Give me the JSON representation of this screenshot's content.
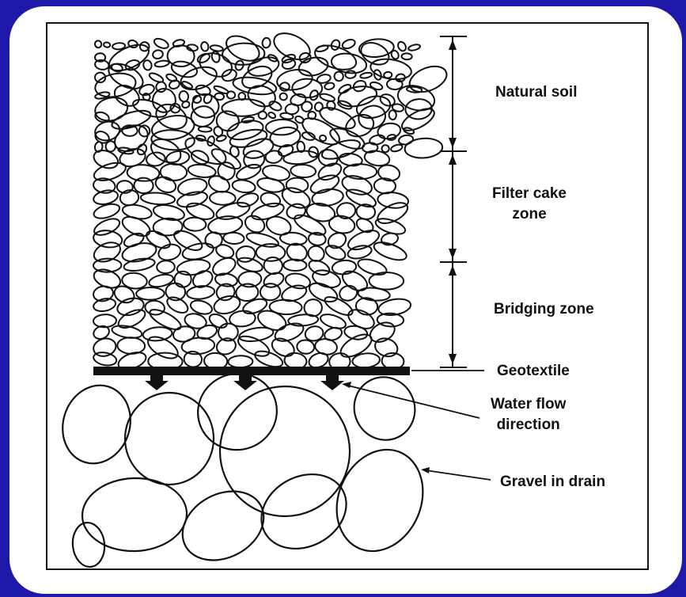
{
  "labels": {
    "natural_soil": "Natural soil",
    "filter_cake_line1": "Filter cake",
    "filter_cake_line2": "zone",
    "bridging_zone": "Bridging zone",
    "geotextile": "Geotextile",
    "water_flow_line1": "Water flow",
    "water_flow_line2": "direction",
    "gravel": "Gravel in drain"
  },
  "colors": {
    "background": "#1e18a8",
    "card": "#ffffff",
    "ink": "#111111"
  }
}
